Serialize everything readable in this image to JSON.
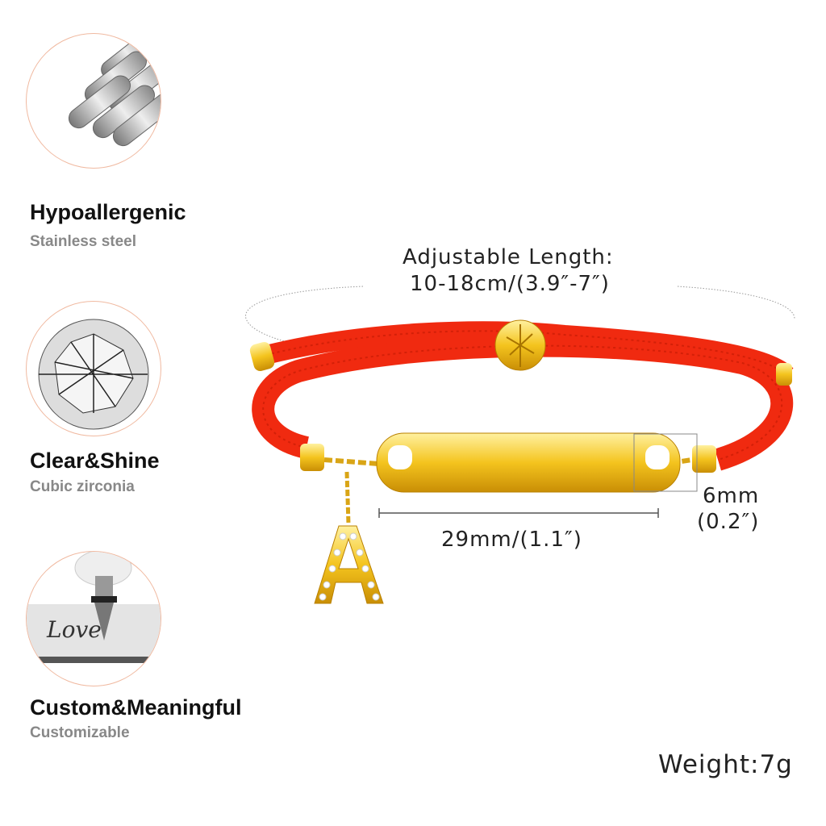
{
  "features": [
    {
      "title": "Hypoallergenic",
      "subtitle": "Stainless steel",
      "icon": "steel-rods-icon"
    },
    {
      "title": "Clear&Shine",
      "subtitle": "Cubic zirconia",
      "icon": "diamond-icon"
    },
    {
      "title": "Custom&Meaningful",
      "subtitle": "Customizable",
      "icon": "engraving-icon",
      "engraving_text": "Love"
    }
  ],
  "dimensions": {
    "adjustable_label": "Adjustable Length:",
    "adjustable_value": "10-18cm/(3.9″-7″)",
    "bar_length": "29mm/(1.1″)",
    "bar_width": "6mm",
    "bar_width_in": "(0.2″)"
  },
  "weight": "Weight:7g",
  "colors": {
    "cord": "#f02a10",
    "gold": "#f2c21e",
    "accent_ring": "#f0b9a0"
  }
}
